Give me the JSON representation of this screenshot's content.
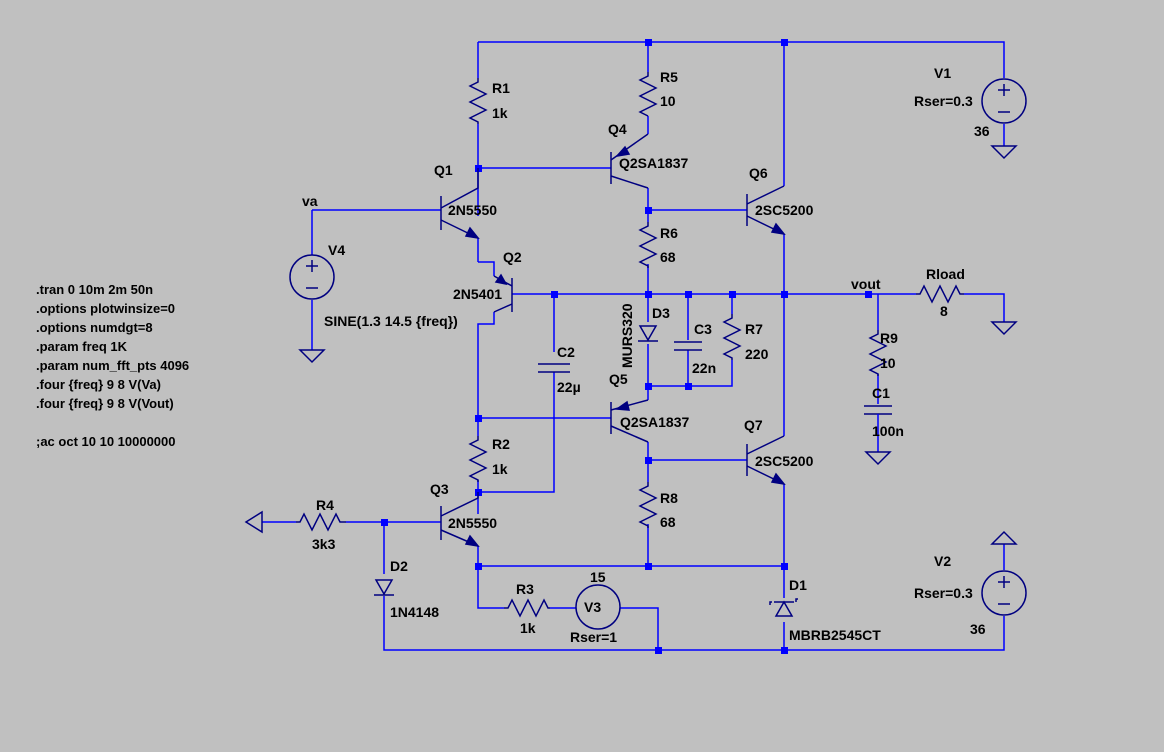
{
  "window": {
    "title": ""
  },
  "components": {
    "R1": {
      "name": "R1",
      "value": "1k"
    },
    "R2": {
      "name": "R2",
      "value": "1k"
    },
    "R3": {
      "name": "R3",
      "value": "1k"
    },
    "R4": {
      "name": "R4",
      "value": "3k3"
    },
    "R5": {
      "name": "R5",
      "value": "10"
    },
    "R6": {
      "name": "R6",
      "value": "68"
    },
    "R7": {
      "name": "R7",
      "value": "220"
    },
    "R8": {
      "name": "R8",
      "value": "68"
    },
    "R9": {
      "name": "R9",
      "value": "10"
    },
    "Rload": {
      "name": "Rload",
      "value": "8"
    },
    "C1": {
      "name": "C1",
      "value": "100n"
    },
    "C2": {
      "name": "C2",
      "value": "22µ"
    },
    "C3": {
      "name": "C3",
      "value": "22n"
    },
    "Q1": {
      "name": "Q1",
      "model": "2N5550"
    },
    "Q2": {
      "name": "Q2",
      "model": "2N5401"
    },
    "Q3": {
      "name": "Q3",
      "model": "2N5550"
    },
    "Q4": {
      "name": "Q4",
      "model": "Q2SA1837"
    },
    "Q5": {
      "name": "Q5",
      "model": "Q2SA1837"
    },
    "Q6": {
      "name": "Q6",
      "model": "2SC5200"
    },
    "Q7": {
      "name": "Q7",
      "model": "2SC5200"
    },
    "D1": {
      "name": "D1",
      "model": "MBRB2545CT"
    },
    "D2": {
      "name": "D2",
      "model": "1N4148"
    },
    "D3": {
      "name": "D3",
      "model": "MURS320"
    },
    "V1": {
      "name": "V1",
      "value": "36",
      "rser": "Rser=0.3"
    },
    "V2": {
      "name": "V2",
      "value": "36",
      "rser": "Rser=0.3"
    },
    "V3": {
      "name": "V3",
      "value": "15",
      "rser": "Rser=1"
    },
    "V4": {
      "name": "V4",
      "value": "SINE(1.3 14.5 {freq})"
    }
  },
  "nets": {
    "va": "va",
    "vout": "vout"
  },
  "directives": [
    ".tran 0 10m 2m 50n",
    ".options plotwinsize=0",
    ".options numdgt=8",
    ".param freq 1K",
    ".param num_fft_pts 4096",
    ".four {freq} 9 8 V(Va)",
    ".four {freq} 9 8 V(Vout)",
    "",
    ";ac oct 10 10 10000000"
  ],
  "colors": {
    "background": "#c0c0c0",
    "wire": "#0000ff",
    "component": "#000080",
    "text": "#000000"
  }
}
